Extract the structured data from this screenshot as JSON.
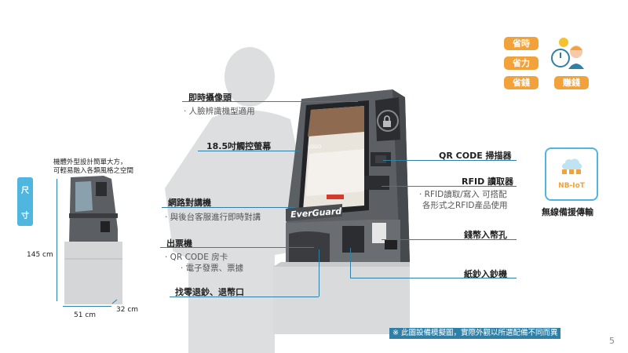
{
  "badges": {
    "save_time": "省時",
    "save_effort": "省力",
    "save_money": "省錢",
    "earn_money": "賺錢"
  },
  "side_tab": {
    "char1": "尺",
    "char2": "寸"
  },
  "small_kiosk": {
    "caption_line1": "機體外型設計簡單大方，",
    "caption_line2": "可輕易融入各類風格之空間",
    "height": "145 cm",
    "width": "51 cm",
    "depth": "32 cm"
  },
  "callouts": {
    "camera": "即時攝像頭",
    "camera_sub": "人臉辨識機型適用",
    "touchscreen": "18.5吋觸控螢幕",
    "intercom": "網路對講機",
    "intercom_sub": "與後台客服進行即時對講",
    "ticket": "出票機",
    "ticket_sub1": "QR CODE 房卡",
    "ticket_sub2": "電子發票、票據",
    "change": "找零退鈔、退幣口",
    "qr": "QR CODE 掃描器",
    "rfid": "RFID 讀取器",
    "rfid_sub1": "RFID讀取/寫入 可搭配",
    "rfid_sub2": "各形式之RFID產品使用",
    "coin": "錢幣入幣孔",
    "bill": "紙鈔入鈔機"
  },
  "kiosk": {
    "brand": "EverGuard",
    "screen_logo": "LOGO"
  },
  "nbiot": {
    "label": "NB-IoT",
    "caption": "無線備援傳輸"
  },
  "disclaimer": "※ 此圖設備模擬圖，實際外觀以所選配備不同而異",
  "page_number": "5",
  "colors": {
    "accent": "#2f7fa6",
    "badge": "#f2a23a",
    "tab": "#4fb6e0"
  }
}
